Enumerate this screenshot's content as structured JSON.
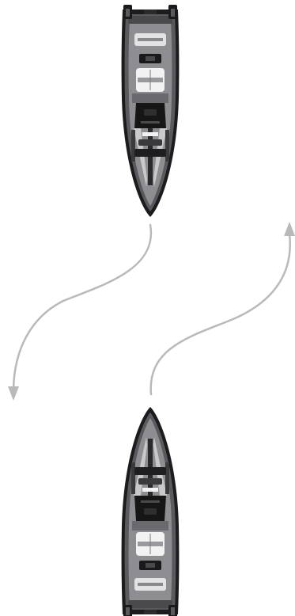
{
  "diagram": {
    "boats": [
      {
        "id": "boat-top",
        "heading": "south"
      },
      {
        "id": "boat-bottom",
        "heading": "north"
      }
    ],
    "arrows": [
      {
        "id": "arrow-left",
        "direction": "down-left"
      },
      {
        "id": "arrow-right",
        "direction": "up-right"
      }
    ],
    "colors": {
      "arrow": "#b9b9b9",
      "hull_outline": "#1c1c1e",
      "hull_mid": "#5a5a5e",
      "deck": "#8e8e92",
      "deck_light": "#c9c9cc",
      "cockpit": "#2a2a2c",
      "seat": "#f2f2f2",
      "console": "#161616"
    }
  }
}
